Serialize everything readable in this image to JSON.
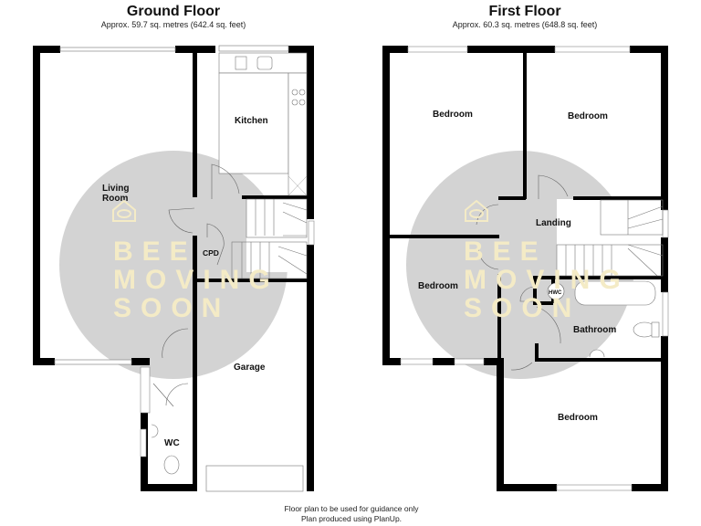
{
  "ground_floor": {
    "title": "Ground Floor",
    "area": "Approx. 59.7 sq. metres (642.4 sq. feet)",
    "rooms": {
      "living_room_line1": "Living",
      "living_room_line2": "Room",
      "kitchen": "Kitchen",
      "cpd": "CPD",
      "garage": "Garage",
      "wc": "WC"
    }
  },
  "first_floor": {
    "title": "First Floor",
    "area": "Approx. 60.3 sq. metres (648.8 sq. feet)",
    "rooms": {
      "bedroom_top_left": "Bedroom",
      "bedroom_top_right": "Bedroom",
      "landing": "Landing",
      "bedroom_mid_left": "Bedroom",
      "hwc": "HWC",
      "bathroom": "Bathroom",
      "bedroom_bottom": "Bedroom"
    }
  },
  "watermark": {
    "line1": "BEE",
    "line2": "MOVING",
    "line3": "SOON",
    "circle_color": "#d3d3d3",
    "text_color": "#f4ebc6",
    "logo_icon": "house-bee-icon"
  },
  "footer": {
    "line1": "Floor plan to be used for guidance only",
    "line2": "Plan produced using PlanUp."
  }
}
